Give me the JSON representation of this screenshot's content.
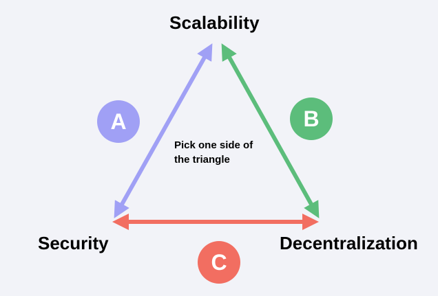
{
  "vertices": {
    "top": "Scalability",
    "left": "Security",
    "right": "Decentralization"
  },
  "center_text": {
    "line1": "Pick one side of",
    "line2": "the triangle"
  },
  "sides": [
    {
      "letter": "A",
      "color": "#a0a0f5"
    },
    {
      "letter": "B",
      "color": "#5cbd7b"
    },
    {
      "letter": "C",
      "color": "#f26e61"
    }
  ],
  "background": "#f2f3f8"
}
